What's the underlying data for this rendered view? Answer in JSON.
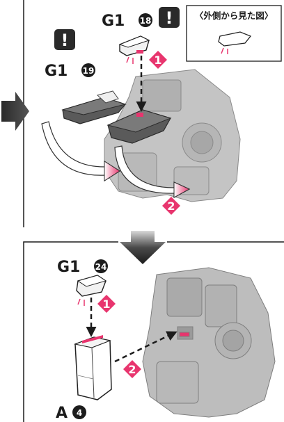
{
  "step1": {
    "part_g1_18": {
      "prefix": "G1",
      "num": "18"
    },
    "part_g1_19": {
      "prefix": "G1",
      "num": "19"
    },
    "warning_glyph": "!",
    "inset_caption": "〈外側から見た図〉",
    "marker_1": "1",
    "marker_2": "2"
  },
  "step2": {
    "part_g1_24": {
      "prefix": "G1",
      "num": "24"
    },
    "part_a4": {
      "prefix": "A",
      "num": "4"
    },
    "marker_1": "1",
    "marker_2": "2"
  },
  "colors": {
    "accent_pink": "#e8356e",
    "ink": "#1c1c1c",
    "robot_gray": "#bdbdbd",
    "part_dark": "#545454"
  }
}
